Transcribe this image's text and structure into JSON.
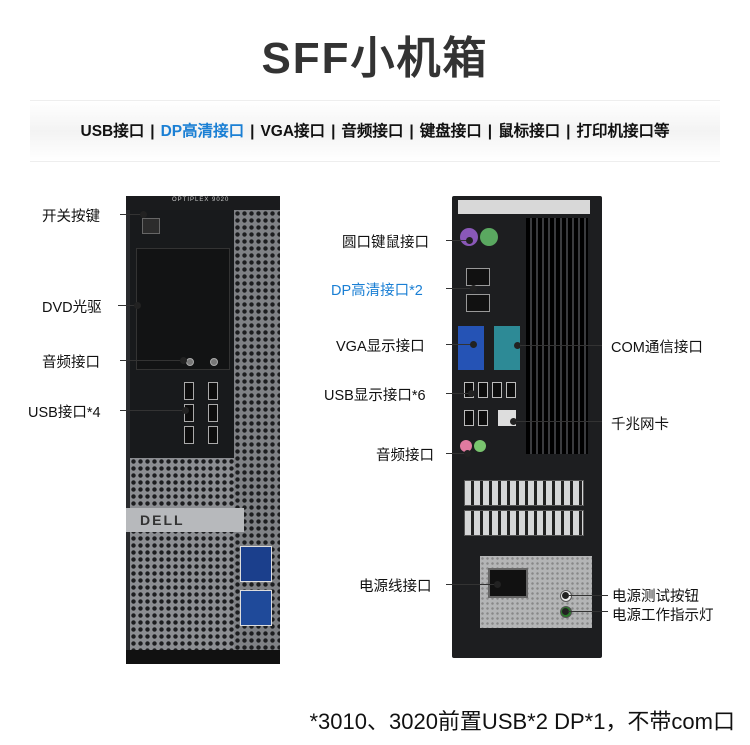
{
  "title": "SFF小机箱",
  "ports_line": {
    "usb": "USB接口",
    "dp": "DP高清接口",
    "vga": "VGA接口",
    "audio": "音频接口",
    "keyboard": "键盘接口",
    "mouse": "鼠标接口",
    "printer": "打印机接口等",
    "separator": "|"
  },
  "front_labels": {
    "power_switch": "开关按键",
    "dvd": "DVD光驱",
    "audio": "音频接口",
    "usb": "USB接口*4"
  },
  "front_panel": {
    "model": "OPTIPLEX 9020",
    "brand": "DELL"
  },
  "back_labels": {
    "ps2": "圆口键鼠接口",
    "dp": "DP高清接口*2",
    "vga": "VGA显示接口",
    "usb": "USB显示接口*6",
    "audio": "音频接口",
    "power_cord": "电源线接口",
    "com": "COM通信接口",
    "lan": "千兆网卡",
    "psu_test": "电源测试按钮",
    "psu_led": "电源工作指示灯"
  },
  "colors": {
    "highlight": "#1a7fd4",
    "text": "#111111"
  },
  "footnote": "*3010、3020前置USB*2 DP*1，不带com口"
}
